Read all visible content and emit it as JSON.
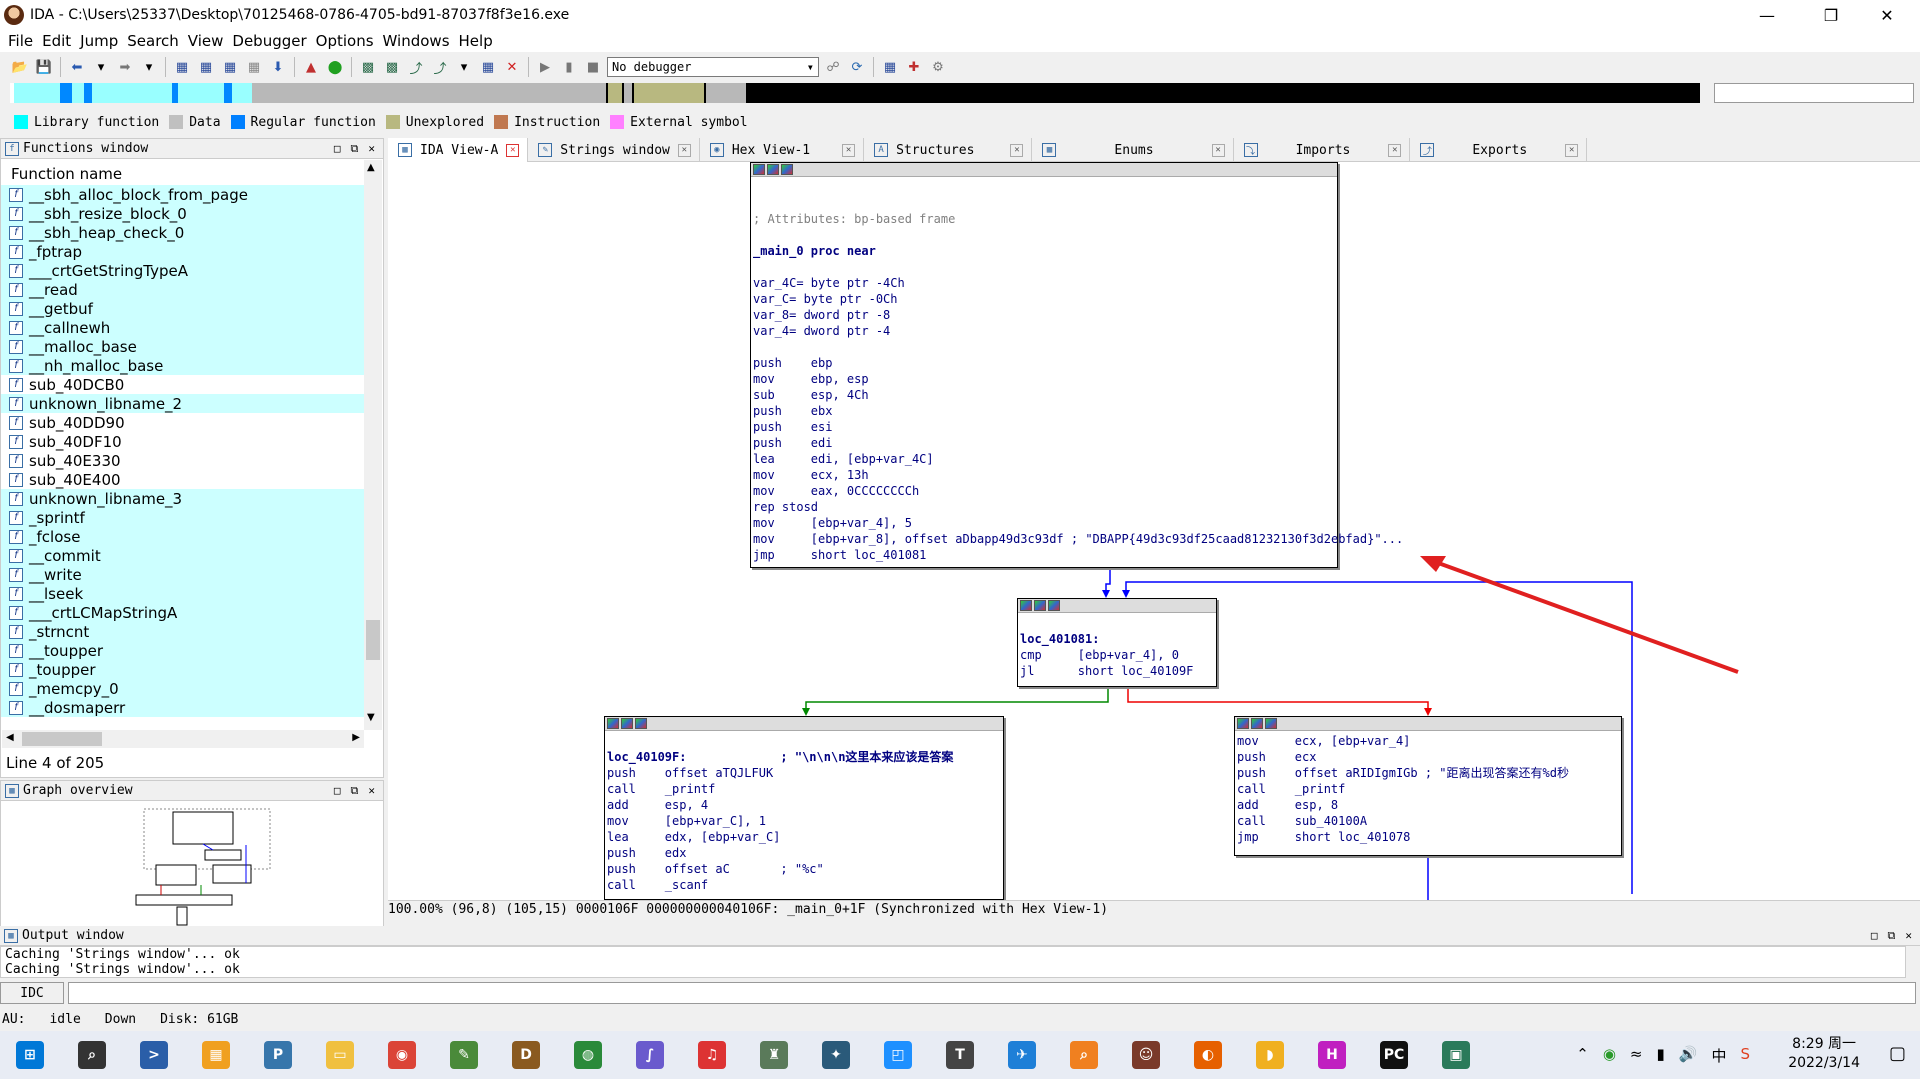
{
  "window": {
    "title": "IDA - C:\\Users\\25337\\Desktop\\70125468-0786-4705-bd91-87037f8f3e16.exe"
  },
  "menu": [
    "File",
    "Edit",
    "Jump",
    "Search",
    "View",
    "Debugger",
    "Options",
    "Windows",
    "Help"
  ],
  "toolbar": {
    "debugger_select": "No debugger"
  },
  "legend": [
    {
      "label": "Library function",
      "color": "#00ffff"
    },
    {
      "label": "Data",
      "color": "#c0c0c0"
    },
    {
      "label": "Regular function",
      "color": "#0080ff"
    },
    {
      "label": "Unexplored",
      "color": "#b8b880"
    },
    {
      "label": "Instruction",
      "color": "#c07850"
    },
    {
      "label": "External symbol",
      "color": "#ff80ff"
    }
  ],
  "functions_window": {
    "title": "Functions window",
    "column": "Function name",
    "items": [
      {
        "name": "__sbh_alloc_block_from_page",
        "lib": true
      },
      {
        "name": "__sbh_resize_block_0",
        "lib": true
      },
      {
        "name": "__sbh_heap_check_0",
        "lib": true
      },
      {
        "name": "_fptrap",
        "lib": true
      },
      {
        "name": "___crtGetStringTypeA",
        "lib": true
      },
      {
        "name": "__read",
        "lib": true
      },
      {
        "name": "__getbuf",
        "lib": true
      },
      {
        "name": "__callnewh",
        "lib": true
      },
      {
        "name": "__malloc_base",
        "lib": true
      },
      {
        "name": "__nh_malloc_base",
        "lib": true
      },
      {
        "name": "sub_40DCB0",
        "lib": false
      },
      {
        "name": "unknown_libname_2",
        "lib": true
      },
      {
        "name": "sub_40DD90",
        "lib": false
      },
      {
        "name": "sub_40DF10",
        "lib": false
      },
      {
        "name": "sub_40E330",
        "lib": false
      },
      {
        "name": "sub_40E400",
        "lib": false
      },
      {
        "name": "unknown_libname_3",
        "lib": true
      },
      {
        "name": "_sprintf",
        "lib": true
      },
      {
        "name": "_fclose",
        "lib": true
      },
      {
        "name": "__commit",
        "lib": true
      },
      {
        "name": "__write",
        "lib": true
      },
      {
        "name": "__lseek",
        "lib": true
      },
      {
        "name": "___crtLCMapStringA",
        "lib": true
      },
      {
        "name": "_strncnt",
        "lib": true
      },
      {
        "name": "__toupper",
        "lib": true
      },
      {
        "name": "_toupper",
        "lib": true
      },
      {
        "name": "_memcpy_0",
        "lib": true
      },
      {
        "name": "__dosmaperr",
        "lib": true
      }
    ],
    "line_status": "Line 4 of 205"
  },
  "graph_overview": {
    "title": "Graph overview"
  },
  "tabs": [
    {
      "label": "IDA View-A",
      "active": true
    },
    {
      "label": "Strings window",
      "active": false
    },
    {
      "label": "Hex View-1",
      "active": false
    },
    {
      "label": "Structures",
      "active": false
    },
    {
      "label": "Enums",
      "active": false
    },
    {
      "label": "Imports",
      "active": false
    },
    {
      "label": "Exports",
      "active": false
    }
  ],
  "blocks": {
    "main": [
      "",
      "",
      "; Attributes: bp-based frame",
      "",
      "_main_0 proc near",
      "",
      "var_4C= byte ptr -4Ch",
      "var_C= byte ptr -0Ch",
      "var_8= dword ptr -8",
      "var_4= dword ptr -4",
      "",
      "push    ebp",
      "mov     ebp, esp",
      "sub     esp, 4Ch",
      "push    ebx",
      "push    esi",
      "push    edi",
      "lea     edi, [ebp+var_4C]",
      "mov     ecx, 13h",
      "mov     eax, 0CCCCCCCCh",
      "rep stosd",
      "mov     [ebp+var_4], 5",
      "mov     [ebp+var_8], offset aDbapp49d3c93df ; \"DBAPP{49d3c93df25caad81232130f3d2ebfad}\"...",
      "jmp     short loc_401081"
    ],
    "loop": [
      "",
      "loc_401081:",
      "cmp     [ebp+var_4], 0",
      "jl      short loc_40109F"
    ],
    "left": [
      "",
      "loc_40109F:             ; \"\\n\\n\\n这里本来应该是答案",
      "push    offset aTQJLFUK",
      "call    _printf",
      "add     esp, 4",
      "mov     [ebp+var_C], 1",
      "lea     edx, [ebp+var_C]",
      "push    edx",
      "push    offset aC       ; \"%c\"",
      "call    _scanf"
    ],
    "right": [
      "mov     ecx, [ebp+var_4]",
      "push    ecx",
      "push    offset aRIDIgmIGb ; \"距离出现答案还有%d秒",
      "call    _printf",
      "add     esp, 8",
      "call    sub_40100A",
      "jmp     short loc_401078"
    ]
  },
  "status_line": "100.00% (96,8) (105,15) 0000106F 000000000040106F: _main_0+1F (Synchronized with Hex View-1)",
  "output_window": {
    "title": "Output window",
    "lines": [
      "Caching 'Strings window'... ok",
      "Caching 'Strings window'... ok"
    ]
  },
  "idc_button": "IDC",
  "statusbar": {
    "au": "AU:",
    "state": "idle",
    "dir": "Down",
    "disk": "Disk: 61GB"
  },
  "taskbar": {
    "time": "8:29 周一",
    "date": "2022/3/14",
    "apps": [
      {
        "name": "windows-start-icon",
        "color": "#0078d7",
        "glyph": "⊞"
      },
      {
        "name": "search-icon",
        "color": "#333",
        "glyph": "⌕"
      },
      {
        "name": "powershell-icon",
        "color": "#2a5ea8",
        "glyph": ">"
      },
      {
        "name": "app-icon",
        "color": "#f0a020",
        "glyph": "▦"
      },
      {
        "name": "python-icon",
        "color": "#3776ab",
        "glyph": "P"
      },
      {
        "name": "file-explorer-icon",
        "color": "#f0c040",
        "glyph": "▭"
      },
      {
        "name": "chrome-icon",
        "color": "#db4437",
        "glyph": "◉"
      },
      {
        "name": "app-icon-2",
        "color": "#4a8a3a",
        "glyph": "✎"
      },
      {
        "name": "dosbox-icon",
        "color": "#8a5a20",
        "glyph": "D"
      },
      {
        "name": "browser-icon",
        "color": "#2a8a3a",
        "glyph": "◍"
      },
      {
        "name": "app-icon-3",
        "color": "#6a5acd",
        "glyph": "∫"
      },
      {
        "name": "netease-icon",
        "color": "#d33",
        "glyph": "♫"
      },
      {
        "name": "app-icon-4",
        "color": "#5a7a5a",
        "glyph": "♜"
      },
      {
        "name": "app-icon-5",
        "color": "#2a5a7a",
        "glyph": "✦"
      },
      {
        "name": "app-icon-6",
        "color": "#1e90ff",
        "glyph": "◰"
      },
      {
        "name": "typora-icon",
        "color": "#444",
        "glyph": "T"
      },
      {
        "name": "app-icon-7",
        "color": "#1e7fd7",
        "glyph": "✈"
      },
      {
        "name": "search-tool-icon",
        "color": "#f08020",
        "glyph": "⌕"
      },
      {
        "name": "ida-icon",
        "color": "#7a3a2a",
        "glyph": "☺"
      },
      {
        "name": "firefox-icon",
        "color": "#e66000",
        "glyph": "◐"
      },
      {
        "name": "app-icon-8",
        "color": "#f0b020",
        "glyph": "◗"
      },
      {
        "name": "hex-editor-icon",
        "color": "#c020c0",
        "glyph": "H"
      },
      {
        "name": "pycharm-icon",
        "color": "#111",
        "glyph": "PC"
      },
      {
        "name": "app-icon-9",
        "color": "#2a7a5a",
        "glyph": "▣"
      }
    ]
  }
}
